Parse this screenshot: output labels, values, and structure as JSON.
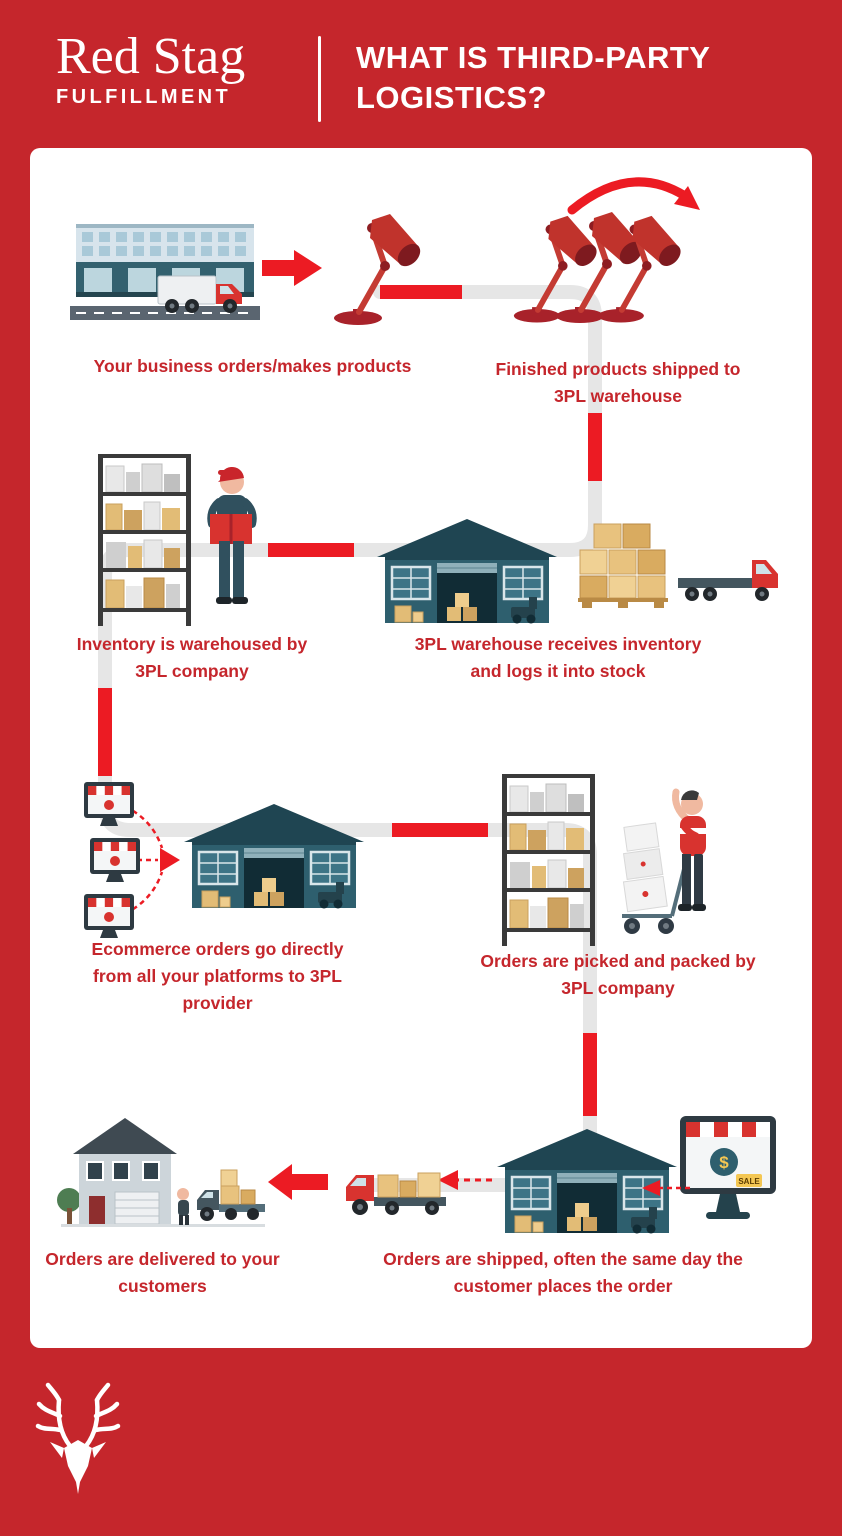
{
  "colors": {
    "background_red": "#c5262c",
    "bright_red": "#ec1b23",
    "caption_red": "#c5262c",
    "warehouse_teal": "#2e5f6e",
    "white": "#ffffff",
    "box_tan": "#e8c27e"
  },
  "header": {
    "logo_line1": "Red Stag",
    "logo_line2": "FULFILLMENT",
    "title": "WHAT IS THIRD-PARTY LOGISTICS?"
  },
  "steps": [
    {
      "id": 1,
      "caption": "Your business orders/makes products"
    },
    {
      "id": 2,
      "caption": "Finished products shipped to 3PL warehouse"
    },
    {
      "id": 3,
      "caption": "Inventory is warehoused by 3PL company"
    },
    {
      "id": 4,
      "caption": "3PL warehouse receives inventory and logs it into stock"
    },
    {
      "id": 5,
      "caption": "Ecommerce orders go directly from all your platforms to 3PL provider"
    },
    {
      "id": 6,
      "caption": "Orders are picked and packed by 3PL company"
    },
    {
      "id": 7,
      "caption": "Orders are delivered to your customers"
    },
    {
      "id": 8,
      "caption": "Orders are shipped, often the same day the customer places the order"
    }
  ],
  "illustration_labels": {
    "sale_tag": "SALE",
    "price_symbol": "$"
  }
}
